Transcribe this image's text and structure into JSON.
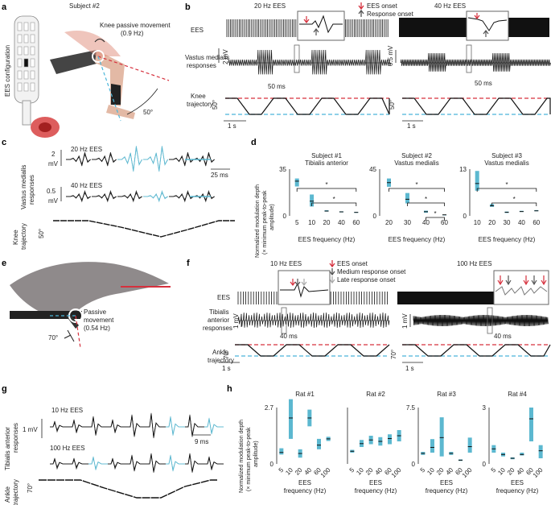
{
  "panels": {
    "a": {
      "letter": "a",
      "subject": "Subject #2",
      "movement": "Knee passive movement",
      "freq": "(0.9 Hz)",
      "config": "EES configuration",
      "angle": "50°"
    },
    "b": {
      "letter": "b",
      "title20": "20 Hz EES",
      "title40": "40 Hz EES",
      "legend_ees": "EES onset",
      "legend_resp": "Response onset",
      "row_ees": "EES",
      "row_vm1": "Vastus medialis",
      "row_vm2": "responses",
      "row_knee1": "Knee",
      "row_knee2": "trajectory",
      "scale_2mv": "2 mV",
      "scale_05mv": "0.5 mV",
      "scale_50ms": "50 ms",
      "scale_1s": "1 s",
      "angle": "50°"
    },
    "c": {
      "letter": "c",
      "t20": "20 Hz EES",
      "t40": "40 Hz EES",
      "s2": "2",
      "s05": "0.5",
      "mv": "mV",
      "ms25": "25 ms",
      "ylab1": "Vastus medialis",
      "ylab2": "responses",
      "knee1": "Knee",
      "knee2": "trajectory",
      "angle": "50°"
    },
    "d": {
      "letter": "d",
      "ylabel1": "Normalized modulation depth",
      "ylabel2": "(× minimum peak-to-peak",
      "ylabel3": "amplitude)",
      "xlabel": "EES frequency (Hz)",
      "star": "*"
    },
    "e": {
      "letter": "e",
      "passive": "Passive",
      "movement": "movement",
      "freq": "(0.54 Hz)",
      "angle": "70°"
    },
    "f": {
      "letter": "f",
      "t10": "10 Hz EES",
      "t100": "100 Hz EES",
      "leg1": "EES onset",
      "leg2": "Medium response onset",
      "leg3": "Late response onset",
      "row_ees": "EES",
      "row_ta1": "Tibialis",
      "row_ta2": "anterior",
      "row_ta3": "responses",
      "row_ankle1": "Ankle",
      "row_ankle2": "trajectory",
      "s1mv": "1 mV",
      "s40": "40 ms",
      "s1s": "1 s",
      "angle": "70°"
    },
    "g": {
      "letter": "g",
      "t10": "10 Hz EES",
      "t100": "100 Hz EES",
      "s1mv": "1 mV",
      "s9ms": "9 ms",
      "ylab1": "Tibialis anterior",
      "ylab2": "responses",
      "ank1": "Ankle",
      "ank2": "trajectory",
      "angle": "70°"
    },
    "h": {
      "letter": "h",
      "ylabel1": "Normalized modulation depth",
      "ylabel2": "(× minimum peak-to-peak",
      "ylabel3": "amplitude)",
      "xlabel1": "EES",
      "xlabel2": "frequency (Hz)"
    }
  },
  "colors": {
    "accent": "#5cb8d0",
    "red": "#d6303d",
    "gray": "#888888",
    "black": "#111111"
  },
  "chart_data": [
    {
      "type": "bar",
      "panel": "d",
      "title": "Subject #1",
      "subtitle": "Tibialis anterior",
      "categories": [
        "5",
        "10",
        "20",
        "40",
        "60"
      ],
      "ylim": [
        0,
        35
      ],
      "yticks": [
        "0",
        "35"
      ],
      "ranges": [
        [
          22,
          28
        ],
        [
          7,
          16
        ],
        [
          3.2,
          4.2
        ],
        [
          2.6,
          3.4
        ],
        [
          2.3,
          3
        ]
      ],
      "medians": [
        26,
        11,
        3.6,
        3,
        2.6
      ],
      "sig": [
        [
          "5",
          "60"
        ],
        [
          "10",
          "60"
        ]
      ]
    },
    {
      "type": "bar",
      "panel": "d",
      "title": "Subject #2",
      "subtitle": "Vastus medialis",
      "categories": [
        "20",
        "30",
        "40",
        "60"
      ],
      "ylim": [
        0,
        45
      ],
      "yticks": [
        "0",
        "45"
      ],
      "ranges": [
        [
          28,
          36
        ],
        [
          12,
          22
        ],
        [
          3,
          5
        ],
        [
          0.5,
          1.2
        ]
      ],
      "medians": [
        32,
        16,
        4,
        1
      ],
      "sig": [
        [
          "20",
          "60"
        ],
        [
          "30",
          "60"
        ],
        [
          "40",
          "60"
        ]
      ]
    },
    {
      "type": "bar",
      "panel": "d",
      "title": "Subject #3",
      "subtitle": "Vastus medialis",
      "categories": [
        "10",
        "20",
        "30",
        "40",
        "60"
      ],
      "ylim": [
        0,
        13
      ],
      "yticks": [
        "0",
        "13"
      ],
      "ranges": [
        [
          7,
          12.5
        ],
        [
          2.5,
          3.3
        ],
        [
          0.8,
          1.2
        ],
        [
          1.1,
          1.4
        ],
        [
          1.3,
          1.6
        ]
      ],
      "medians": [
        9,
        2.8,
        1,
        1.2,
        1.4
      ],
      "sig": [
        [
          "10",
          "60"
        ],
        [
          "20",
          "60"
        ]
      ]
    },
    {
      "type": "bar",
      "panel": "h",
      "title": "Rat #1",
      "categories": [
        "5",
        "10",
        "20",
        "40",
        "60",
        "100"
      ],
      "ylim": [
        0,
        2.7
      ],
      "yticks": [
        "0",
        "2.7"
      ],
      "ranges": [
        [
          0.45,
          0.75
        ],
        [
          1.2,
          3.1
        ],
        [
          0.3,
          0.7
        ],
        [
          1.8,
          2.6
        ],
        [
          0.7,
          1.2
        ],
        [
          1.1,
          1.3
        ]
      ],
      "medians": [
        0.55,
        2.2,
        0.5,
        2.2,
        0.9,
        1.2
      ]
    },
    {
      "type": "bar",
      "panel": "h",
      "title": "Rat #2",
      "categories": [
        "5",
        "10",
        "20",
        "40",
        "60",
        "100"
      ],
      "ylim": [
        0,
        2
      ],
      "yticks": [],
      "ranges": [
        [
          0.4,
          0.5
        ],
        [
          0.6,
          0.85
        ],
        [
          0.7,
          1.0
        ],
        [
          0.65,
          0.95
        ],
        [
          0.7,
          1.05
        ],
        [
          0.8,
          1.2
        ]
      ],
      "medians": [
        0.45,
        0.72,
        0.85,
        0.8,
        0.9,
        1.0
      ]
    },
    {
      "type": "bar",
      "panel": "h",
      "title": "Rat #3",
      "categories": [
        "5",
        "10",
        "20",
        "40",
        "60",
        "100"
      ],
      "ylim": [
        0,
        7.5
      ],
      "yticks": [
        "0",
        "7.5"
      ],
      "ranges": [
        [
          1.2,
          1.6
        ],
        [
          1.5,
          3.3
        ],
        [
          1,
          6.2
        ],
        [
          1.2,
          1.6
        ],
        [
          0.4,
          0.6
        ],
        [
          1.5,
          3.5
        ]
      ],
      "medians": [
        1.4,
        2.2,
        3.5,
        1.4,
        0.5,
        2.3
      ]
    },
    {
      "type": "bar",
      "panel": "h",
      "title": "Rat #4",
      "categories": [
        "5",
        "10",
        "20",
        "40",
        "60",
        "100"
      ],
      "ylim": [
        0,
        3
      ],
      "yticks": [
        "0",
        "3"
      ],
      "ranges": [
        [
          0.6,
          1.0
        ],
        [
          0.4,
          0.6
        ],
        [
          0.25,
          0.35
        ],
        [
          0.45,
          0.6
        ],
        [
          1.2,
          3.0
        ],
        [
          0.3,
          1.0
        ]
      ],
      "medians": [
        0.8,
        0.5,
        0.3,
        0.5,
        2.4,
        0.7
      ]
    }
  ]
}
